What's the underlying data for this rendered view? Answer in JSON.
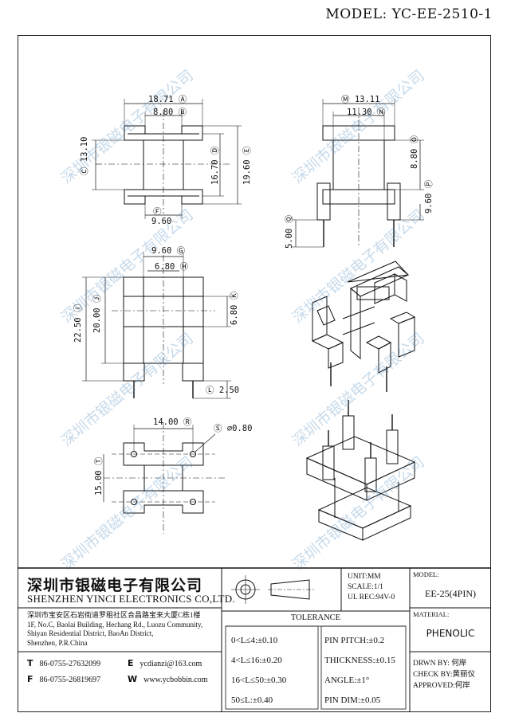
{
  "model": "MODEL: YC-EE-2510-1",
  "watermark": "深圳市银磁电子有限公司",
  "dimensions": {
    "A": "18.71",
    "B": "8.80",
    "C": "13.10",
    "D": "16.70",
    "E": "19.60",
    "F": "9.60",
    "G": "9.60",
    "H": "6.80",
    "I": "22.50",
    "J": "20.00",
    "K": "6.80",
    "L": "2.50",
    "M": "13.11",
    "N": "11.30",
    "O": "8.80",
    "P": "9.60",
    "Q": "5.00",
    "R": "14.00",
    "S": "⌀0.80",
    "T": "15.00"
  },
  "company": {
    "cn_name": "深圳市银磁电子有限公司",
    "en_name": "SHENZHEN YINCI ELECTRONICS CO,LTD.",
    "address_lines": [
      "深圳市宝安区石岩街道罗租社区合昌路宝来大厦C栋1楼",
      "1F, No.C, Baolai Building, Hechang Rd., Luozu Community,",
      "Shiyan Residential District, BaoAn District,",
      "Shenzhen, P.R.China"
    ],
    "contacts": [
      {
        "key": "T",
        "value": "86-0755-27632099"
      },
      {
        "key": "E",
        "value": "ycdianzi@163.com"
      },
      {
        "key": "F",
        "value": "86-0755-26819697"
      },
      {
        "key": "W",
        "value": "www.ycbobbin.com"
      }
    ]
  },
  "specs": {
    "unit": "UNIT:MM",
    "scale": "SCALE:1/1",
    "ul_rec": "UL REC:94V-0"
  },
  "model_box": {
    "label": "MODEL:",
    "value": "EE-25(4PIN)"
  },
  "material_box": {
    "label": "MATERIAL:",
    "value": "PHENOLIC"
  },
  "tolerance": {
    "title": "TOLERANCE",
    "left": [
      "0<L≤4:±0.10",
      "4<L≤16:±0.20",
      "16<L≤50:±0.30",
      "50≤L:±0.40"
    ],
    "right": [
      "PIN PITCH:±0.2",
      "THICKNESS:±0.15",
      "ANGLE:±1°",
      "PIN DIM:±0.05"
    ]
  },
  "approval": {
    "drawn": "DRWN BY: 何岸",
    "check": "CHECK BY:黄丽仪",
    "approved": "APPROVED:何岸"
  }
}
